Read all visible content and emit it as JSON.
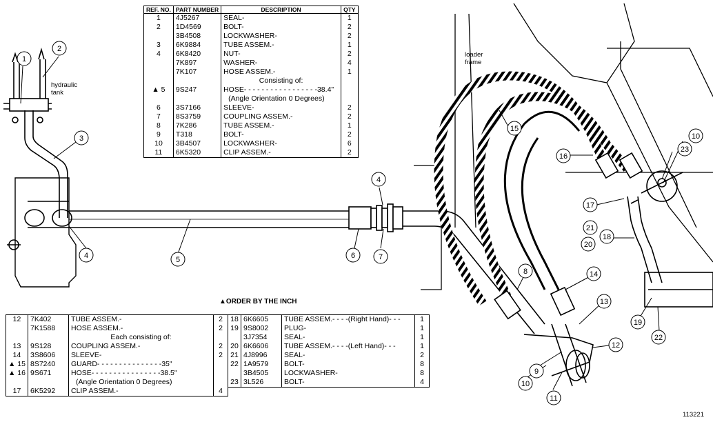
{
  "labels": {
    "hydraulic_tank": "hydraulic\ntank",
    "loader_frame": "loader\nframe",
    "order_note": "▲ORDER BY THE INCH",
    "drawing_no": "113221"
  },
  "callouts": [
    "1",
    "2",
    "3",
    "4",
    "5",
    "4",
    "6",
    "7",
    "8",
    "9",
    "10",
    "11",
    "12",
    "13",
    "14",
    "15",
    "16",
    "17",
    "18",
    "19",
    "20",
    "21",
    "22",
    "23",
    "10"
  ],
  "top_table": {
    "headers": [
      "REF. NO.",
      "PART NUMBER",
      "DESCRIPTION",
      "QTY"
    ],
    "rows": [
      {
        "ref": "1",
        "pn": "4J5267",
        "desc": "SEAL-",
        "qty": "1"
      },
      {
        "ref": "2",
        "pn": "1D4569",
        "desc": "BOLT-",
        "qty": "2"
      },
      {
        "ref": "",
        "pn": "3B4508",
        "desc": "LOCKWASHER-",
        "qty": "2"
      },
      {
        "ref": "3",
        "pn": "6K9884",
        "desc": "TUBE ASSEM.-",
        "qty": "1"
      },
      {
        "ref": "4",
        "pn": "6K8420",
        "desc": "NUT-",
        "qty": "2"
      },
      {
        "ref": "",
        "pn": "7K897",
        "desc": "WASHER-",
        "qty": "4"
      },
      {
        "ref": "",
        "pn": "7K107",
        "desc": "HOSE ASSEM.-",
        "qty": "1"
      },
      {
        "ref": "",
        "pn": "",
        "desc": "Consisting of:",
        "qty": ""
      },
      {
        "ref": "▲ 5",
        "pn": "9S247",
        "desc": "HOSE- - - - - - - - - - - - - - - - -38.4\"",
        "qty": ""
      },
      {
        "ref": "",
        "pn": "",
        "desc": "(Angle Orientation 0 Degrees)",
        "qty": ""
      },
      {
        "ref": "6",
        "pn": "3S7166",
        "desc": "SLEEVE-",
        "qty": "2"
      },
      {
        "ref": "7",
        "pn": "8S3759",
        "desc": "COUPLING ASSEM.-",
        "qty": "2"
      },
      {
        "ref": "8",
        "pn": "7K286",
        "desc": "TUBE ASSEM.-",
        "qty": "1"
      },
      {
        "ref": "9",
        "pn": "T318",
        "desc": "BOLT-",
        "qty": "2"
      },
      {
        "ref": "10",
        "pn": "3B4507",
        "desc": "LOCKWASHER-",
        "qty": "6"
      },
      {
        "ref": "11",
        "pn": "6K5320",
        "desc": "CLIP ASSEM.-",
        "qty": "2"
      }
    ]
  },
  "bottom_left_table": {
    "rows": [
      {
        "ref": "12",
        "pn": "7K402",
        "desc": "TUBE ASSEM.-",
        "qty": "2"
      },
      {
        "ref": "",
        "pn": "7K1588",
        "desc": "HOSE ASSEM.-",
        "qty": "2"
      },
      {
        "ref": "",
        "pn": "",
        "desc": "Each consisting of:",
        "qty": ""
      },
      {
        "ref": "13",
        "pn": "9S128",
        "desc": "COUPLING ASSEM.-",
        "qty": "2"
      },
      {
        "ref": "14",
        "pn": "3S8606",
        "desc": "SLEEVE-",
        "qty": "2"
      },
      {
        "ref": "▲ 15",
        "pn": "8S7240",
        "desc": "GUARD- - - - - - - - - - - - - - -35\"",
        "qty": ""
      },
      {
        "ref": "▲ 16",
        "pn": "9S671",
        "desc": "HOSE- - - - - - - - - - - - - - - -38.5\"",
        "qty": ""
      },
      {
        "ref": "",
        "pn": "",
        "desc": "(Angle Orientation 0 Degrees)",
        "qty": ""
      },
      {
        "ref": "17",
        "pn": "6K5292",
        "desc": "CLIP ASSEM.-",
        "qty": "4"
      }
    ]
  },
  "bottom_right_table": {
    "rows": [
      {
        "ref": "18",
        "pn": "6K6605",
        "desc": "TUBE ASSEM.- - - -(Right Hand)- - -",
        "qty": "1"
      },
      {
        "ref": "19",
        "pn": "9S8002",
        "desc": "PLUG-",
        "qty": "1"
      },
      {
        "ref": "",
        "pn": "3J7354",
        "desc": "SEAL-",
        "qty": "1"
      },
      {
        "ref": "20",
        "pn": "6K6606",
        "desc": "TUBE ASSEM.- - - -(Left Hand)- - -",
        "qty": "1"
      },
      {
        "ref": "21",
        "pn": "4J8996",
        "desc": "SEAL-",
        "qty": "2"
      },
      {
        "ref": "22",
        "pn": "1A9579",
        "desc": "BOLT-",
        "qty": "8"
      },
      {
        "ref": "",
        "pn": "3B4505",
        "desc": "LOCKWASHER-",
        "qty": "8"
      },
      {
        "ref": "23",
        "pn": "3L526",
        "desc": "BOLT-",
        "qty": "4"
      }
    ]
  }
}
